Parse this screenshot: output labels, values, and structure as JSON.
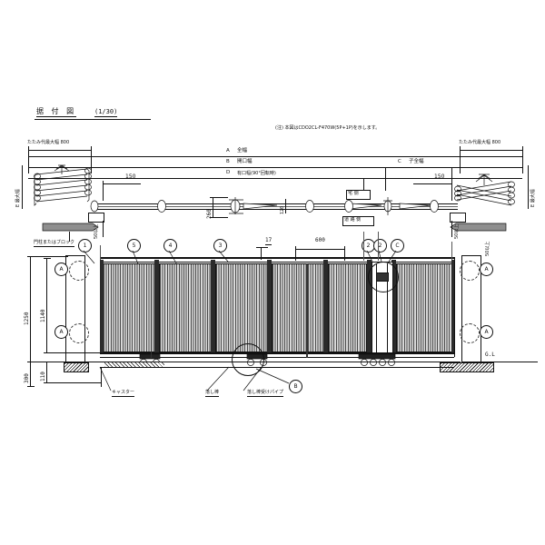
{
  "drawing": {
    "title": "据  付  図",
    "scale": "(1/30)",
    "note": "(注) 本図はCDO2CL-F470W(5P+1P)を示します。"
  },
  "plan": {
    "left_fold_label": "たたみ代最大幅  800",
    "right_fold_label": "たたみ代最大幅  800",
    "left_max_width_label": "E  最大幅",
    "right_max_width_label": "E  最大幅",
    "dim_left_150": "150",
    "dim_right_150": "150",
    "dim_260": "260",
    "dim_120": "120",
    "rows": [
      {
        "key": "A",
        "label": "全幅"
      },
      {
        "key": "B",
        "label": "開口幅"
      },
      {
        "key": "C",
        "label": "子全幅"
      },
      {
        "key": "D",
        "label": "有口幅(90°回転時)"
      }
    ],
    "house_side": "宅 側",
    "road_side": "道 路 側",
    "pillar_note": "門柱またはブロック",
    "clearance_left": "50以上",
    "clearance_right": "50以上"
  },
  "elevation": {
    "dim_17": "17",
    "dim_600": "600",
    "dim_1250": "1250",
    "dim_1140": "1140",
    "dim_300": "300",
    "dim_110": "110",
    "ground_level": "G.L",
    "caster": "キャスター",
    "drop_bar": "落し棒",
    "drop_bar_pipe": "落し棒受けパイプ",
    "balloons_top_left": [
      "1",
      "5",
      "4",
      "3"
    ],
    "balloons_top_right": [
      "2",
      "2",
      "C"
    ],
    "detail_marks": [
      "A",
      "A",
      "A",
      "A",
      "B"
    ],
    "panel_count": 6
  },
  "colors": {
    "ink": "#111111",
    "slat_dark": "#4a4a4a",
    "slat_light": "#d8d8d8",
    "shade": "#8a8a8a"
  }
}
